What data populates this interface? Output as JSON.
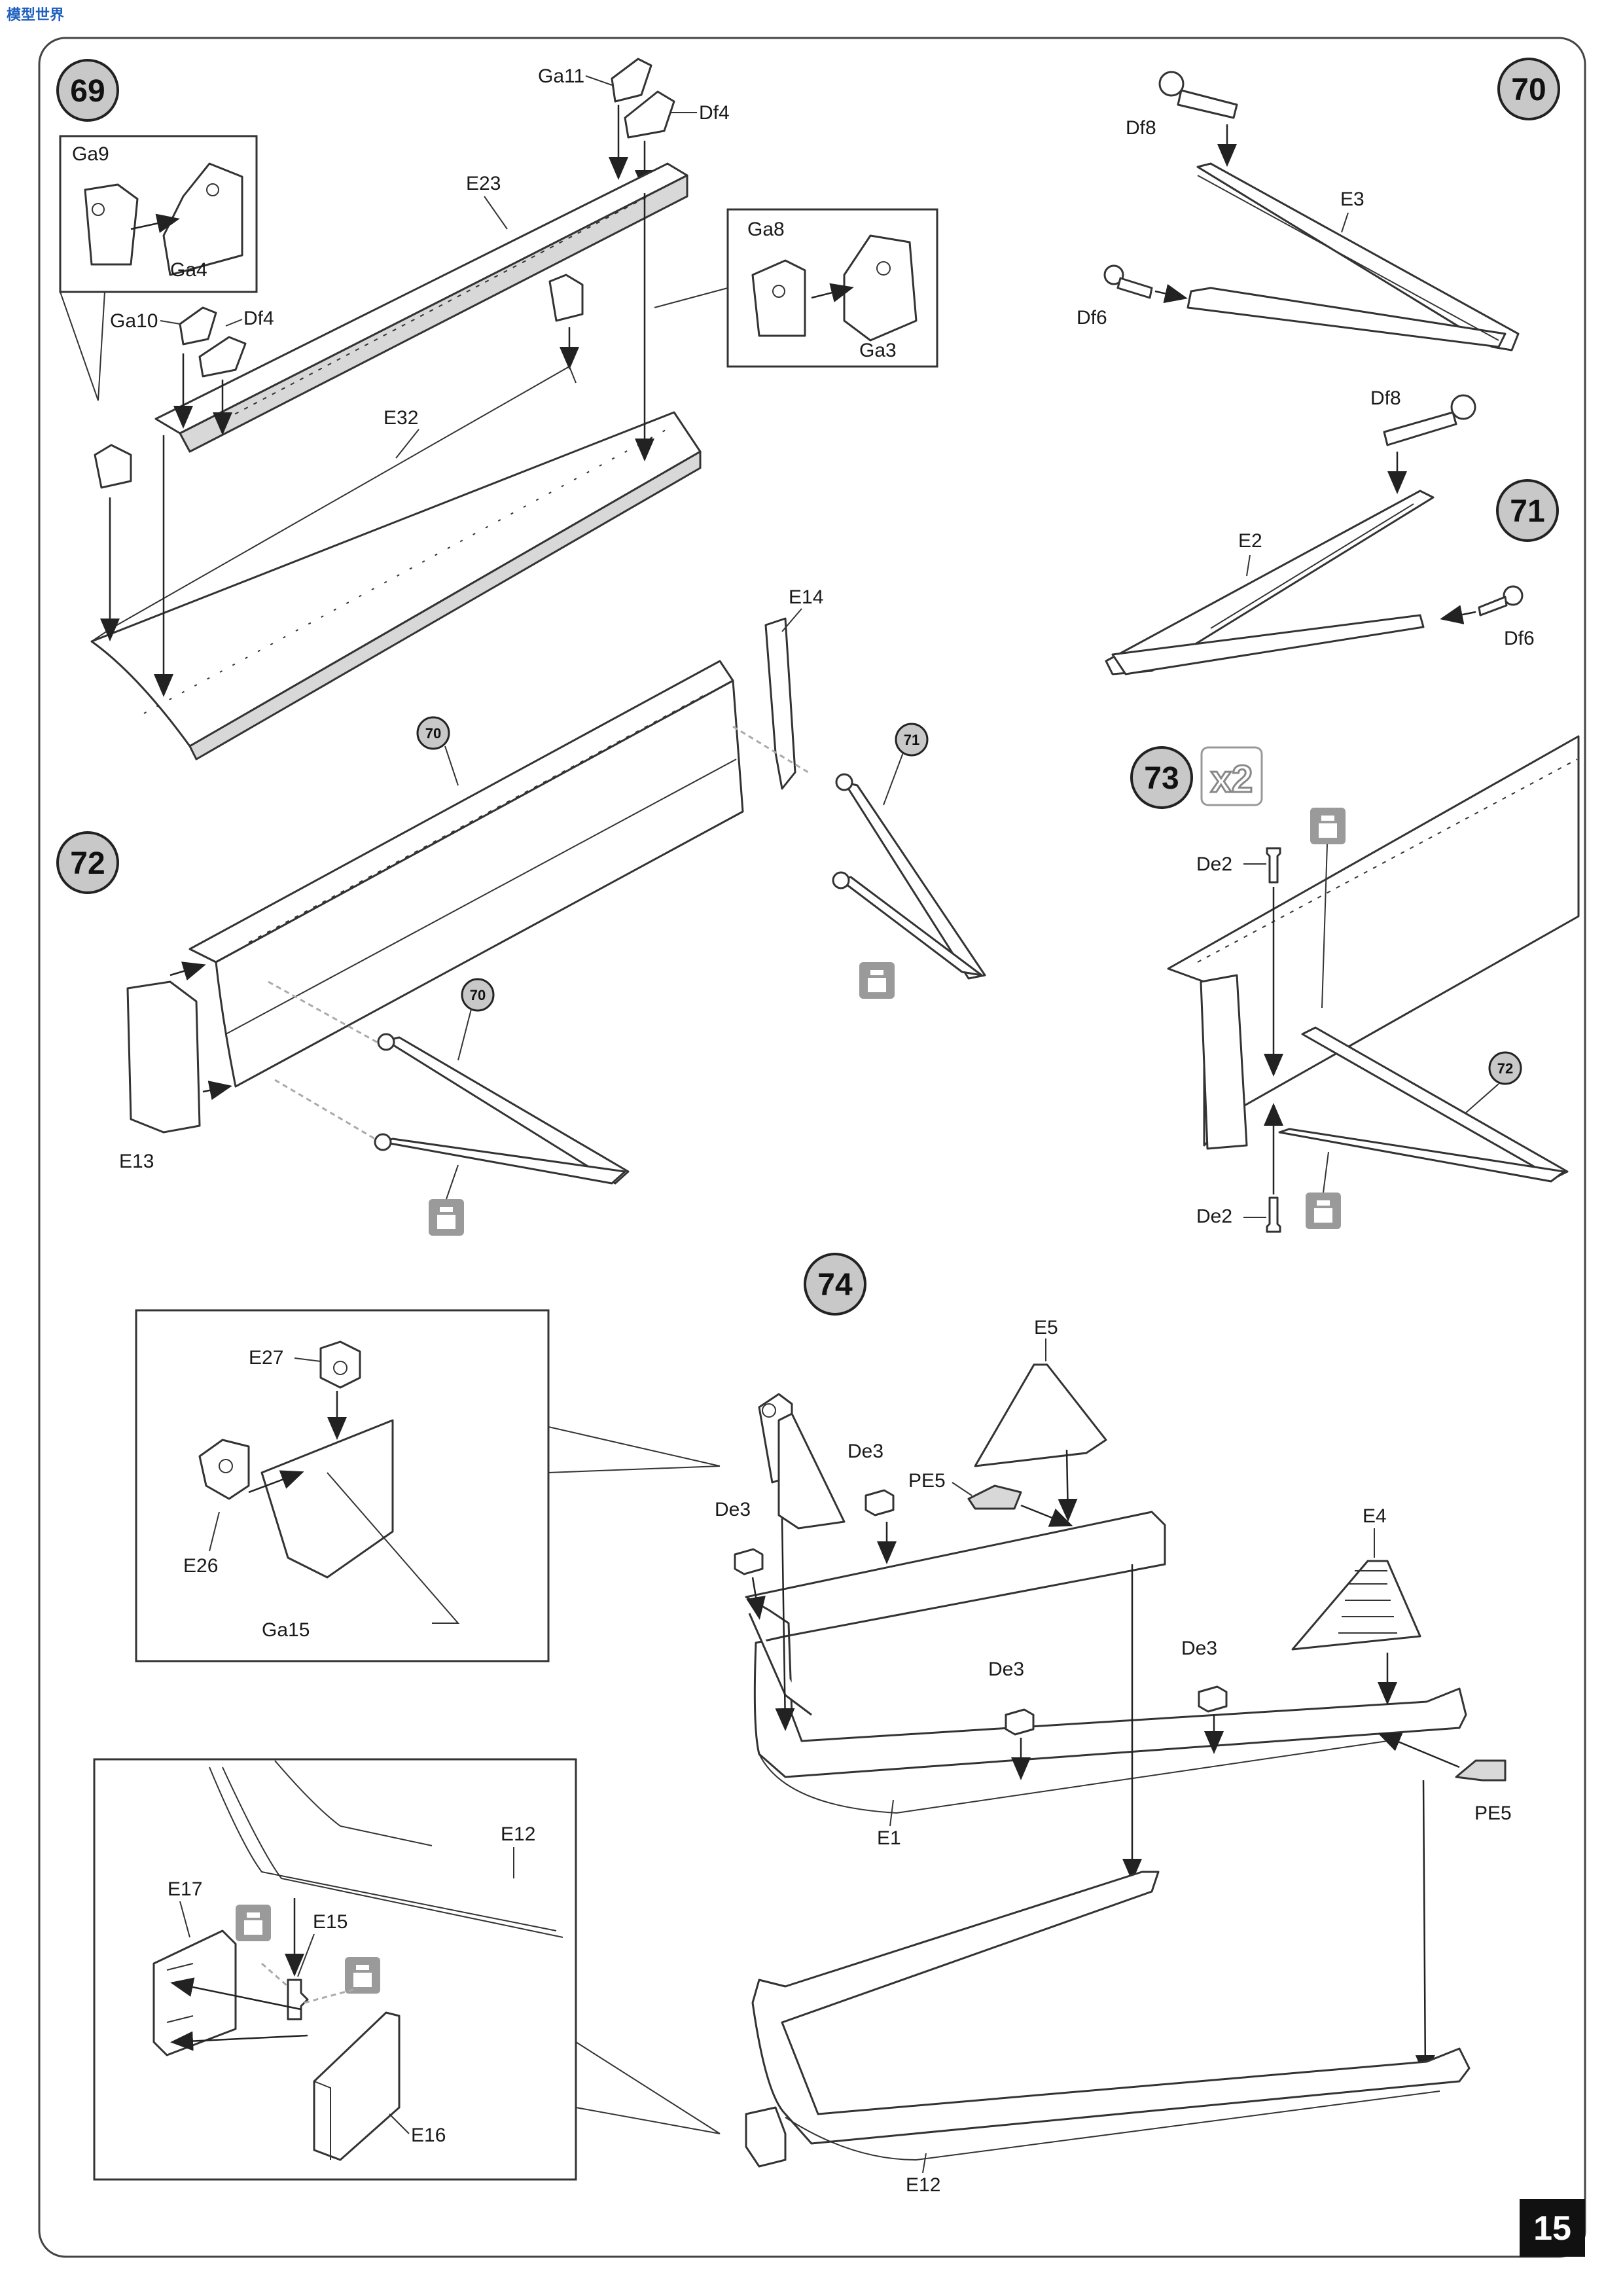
{
  "page": {
    "number": "15",
    "header_logo": "模型世界"
  },
  "steps": {
    "s69": "69",
    "s70": "70",
    "s71": "71",
    "s72": "72",
    "s73": "73",
    "s73_multiplier": "x2",
    "s74": "74"
  },
  "step_refs": {
    "r70a": "70",
    "r71a": "71",
    "r70b": "70",
    "r72a": "72"
  },
  "labels": {
    "ga11": "Ga11",
    "df4_top": "Df4",
    "e23": "E23",
    "ga9": "Ga9",
    "ga4": "Ga4",
    "ga8": "Ga8",
    "ga3": "Ga3",
    "ga10": "Ga10",
    "df4_left": "Df4",
    "e32": "E32",
    "df8_a": "Df8",
    "e3": "E3",
    "df6_a": "Df6",
    "df8_b": "Df8",
    "e2": "E2",
    "df6_b": "Df6",
    "e14": "E14",
    "e13": "E13",
    "de2_top": "De2",
    "de2_bottom": "De2",
    "e27": "E27",
    "e26": "E26",
    "ga15": "Ga15",
    "e5": "E5",
    "de3_a": "De3",
    "pe5_a": "PE5",
    "de3_b": "De3",
    "de3_c": "De3",
    "de3_d": "De3",
    "e4": "E4",
    "pe5_b": "PE5",
    "e1": "E1",
    "e12_main": "E12",
    "e12_inset": "E12",
    "e17": "E17",
    "e15": "E15",
    "e16": "E16"
  },
  "colors": {
    "step_badge": "#c8c8c8",
    "glue_icon": "#9a9a9a",
    "ink": "#333333"
  }
}
